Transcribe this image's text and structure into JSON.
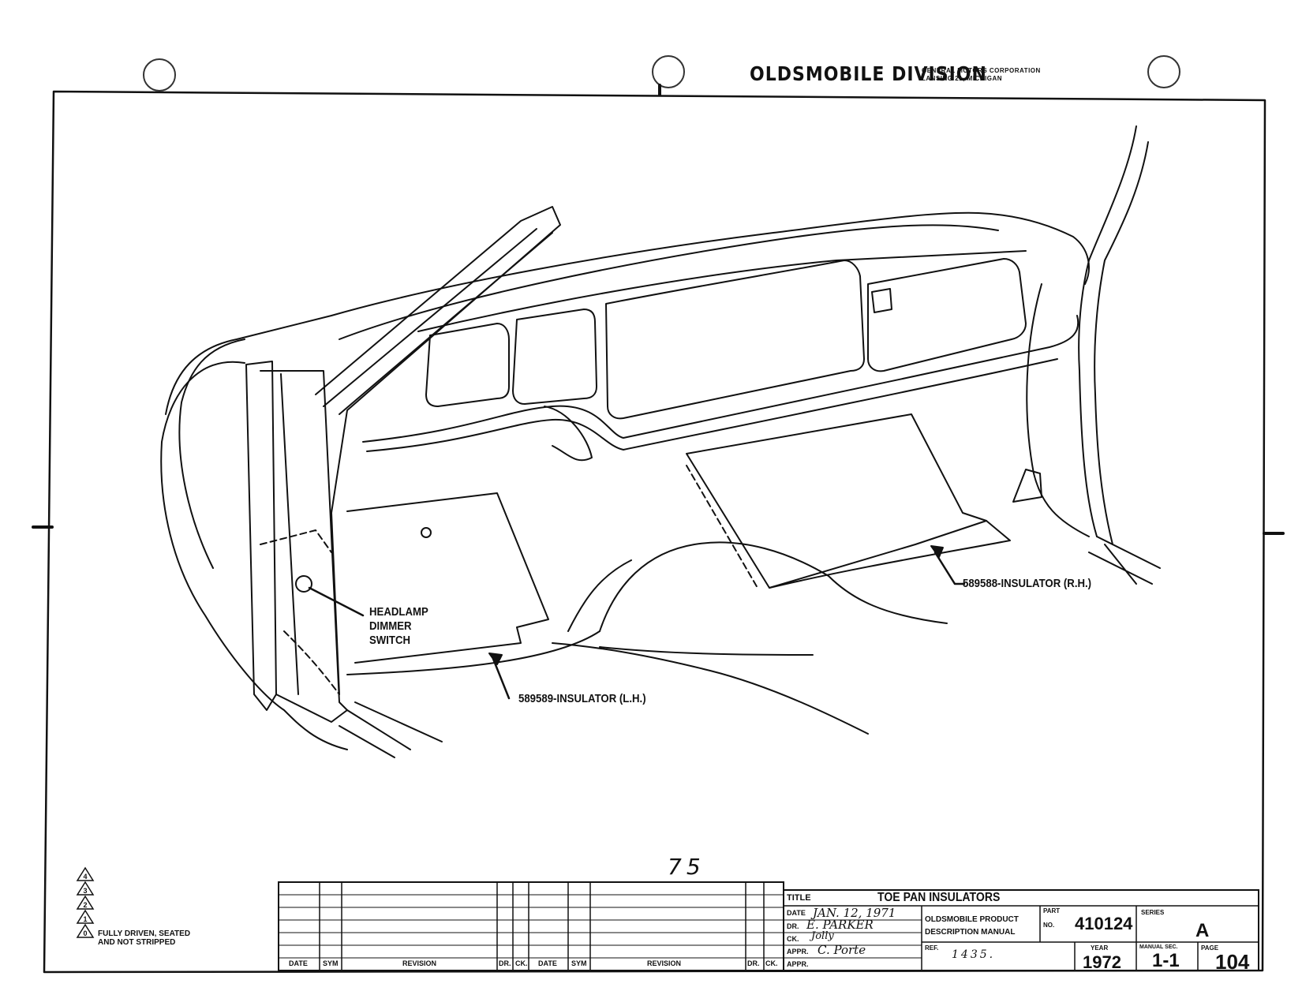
{
  "header": {
    "brand": "OLDSMOBILE DIVISION",
    "corp": "GENERAL MOTORS CORPORATION",
    "location": "LANSING 21, MICHIGAN"
  },
  "callouts": {
    "headlamp": "HEADLAMP\nDIMMER\nSWITCH",
    "insulator_lh": "589589-INSULATOR (L.H.)",
    "insulator_rh": "589588-INSULATOR (R.H.)"
  },
  "page_number_handwritten": "75",
  "legend": {
    "note": "FULLY DRIVEN, SEATED\nAND NOT STRIPPED",
    "symbols": [
      "4",
      "3",
      "2",
      "1",
      "0"
    ]
  },
  "title_block": {
    "revision_headers": [
      "DATE",
      "SYM",
      "REVISION",
      "DR.",
      "CK.",
      "DATE",
      "SYM",
      "REVISION",
      "DR.",
      "CK."
    ],
    "title_label": "TITLE",
    "title": "TOE PAN INSULATORS",
    "date_label": "DATE",
    "date_value": "JAN. 12, 1971",
    "dr_label": "DR.",
    "dr_value": "E. PARKER",
    "ck_label": "CK.",
    "ck_value": "Jolly",
    "appr_label": "APPR.",
    "appr_value": "C. Porte",
    "appr2_label": "APPR.",
    "manual_line1": "OLDSMOBILE PRODUCT",
    "manual_line2": "DESCRIPTION MANUAL",
    "part_label": "PART",
    "no_label": "NO.",
    "part_no": "410124",
    "series_label": "SERIES",
    "series": "A",
    "ref_label": "REF.",
    "ref_value": "1435.",
    "year_label": "YEAR",
    "year": "1972",
    "manual_sec_label": "MANUAL SEC.",
    "manual_sec": "1-1",
    "page_label": "PAGE",
    "page": "104"
  },
  "colors": {
    "ink": "#111111",
    "paper": "#ffffff"
  }
}
